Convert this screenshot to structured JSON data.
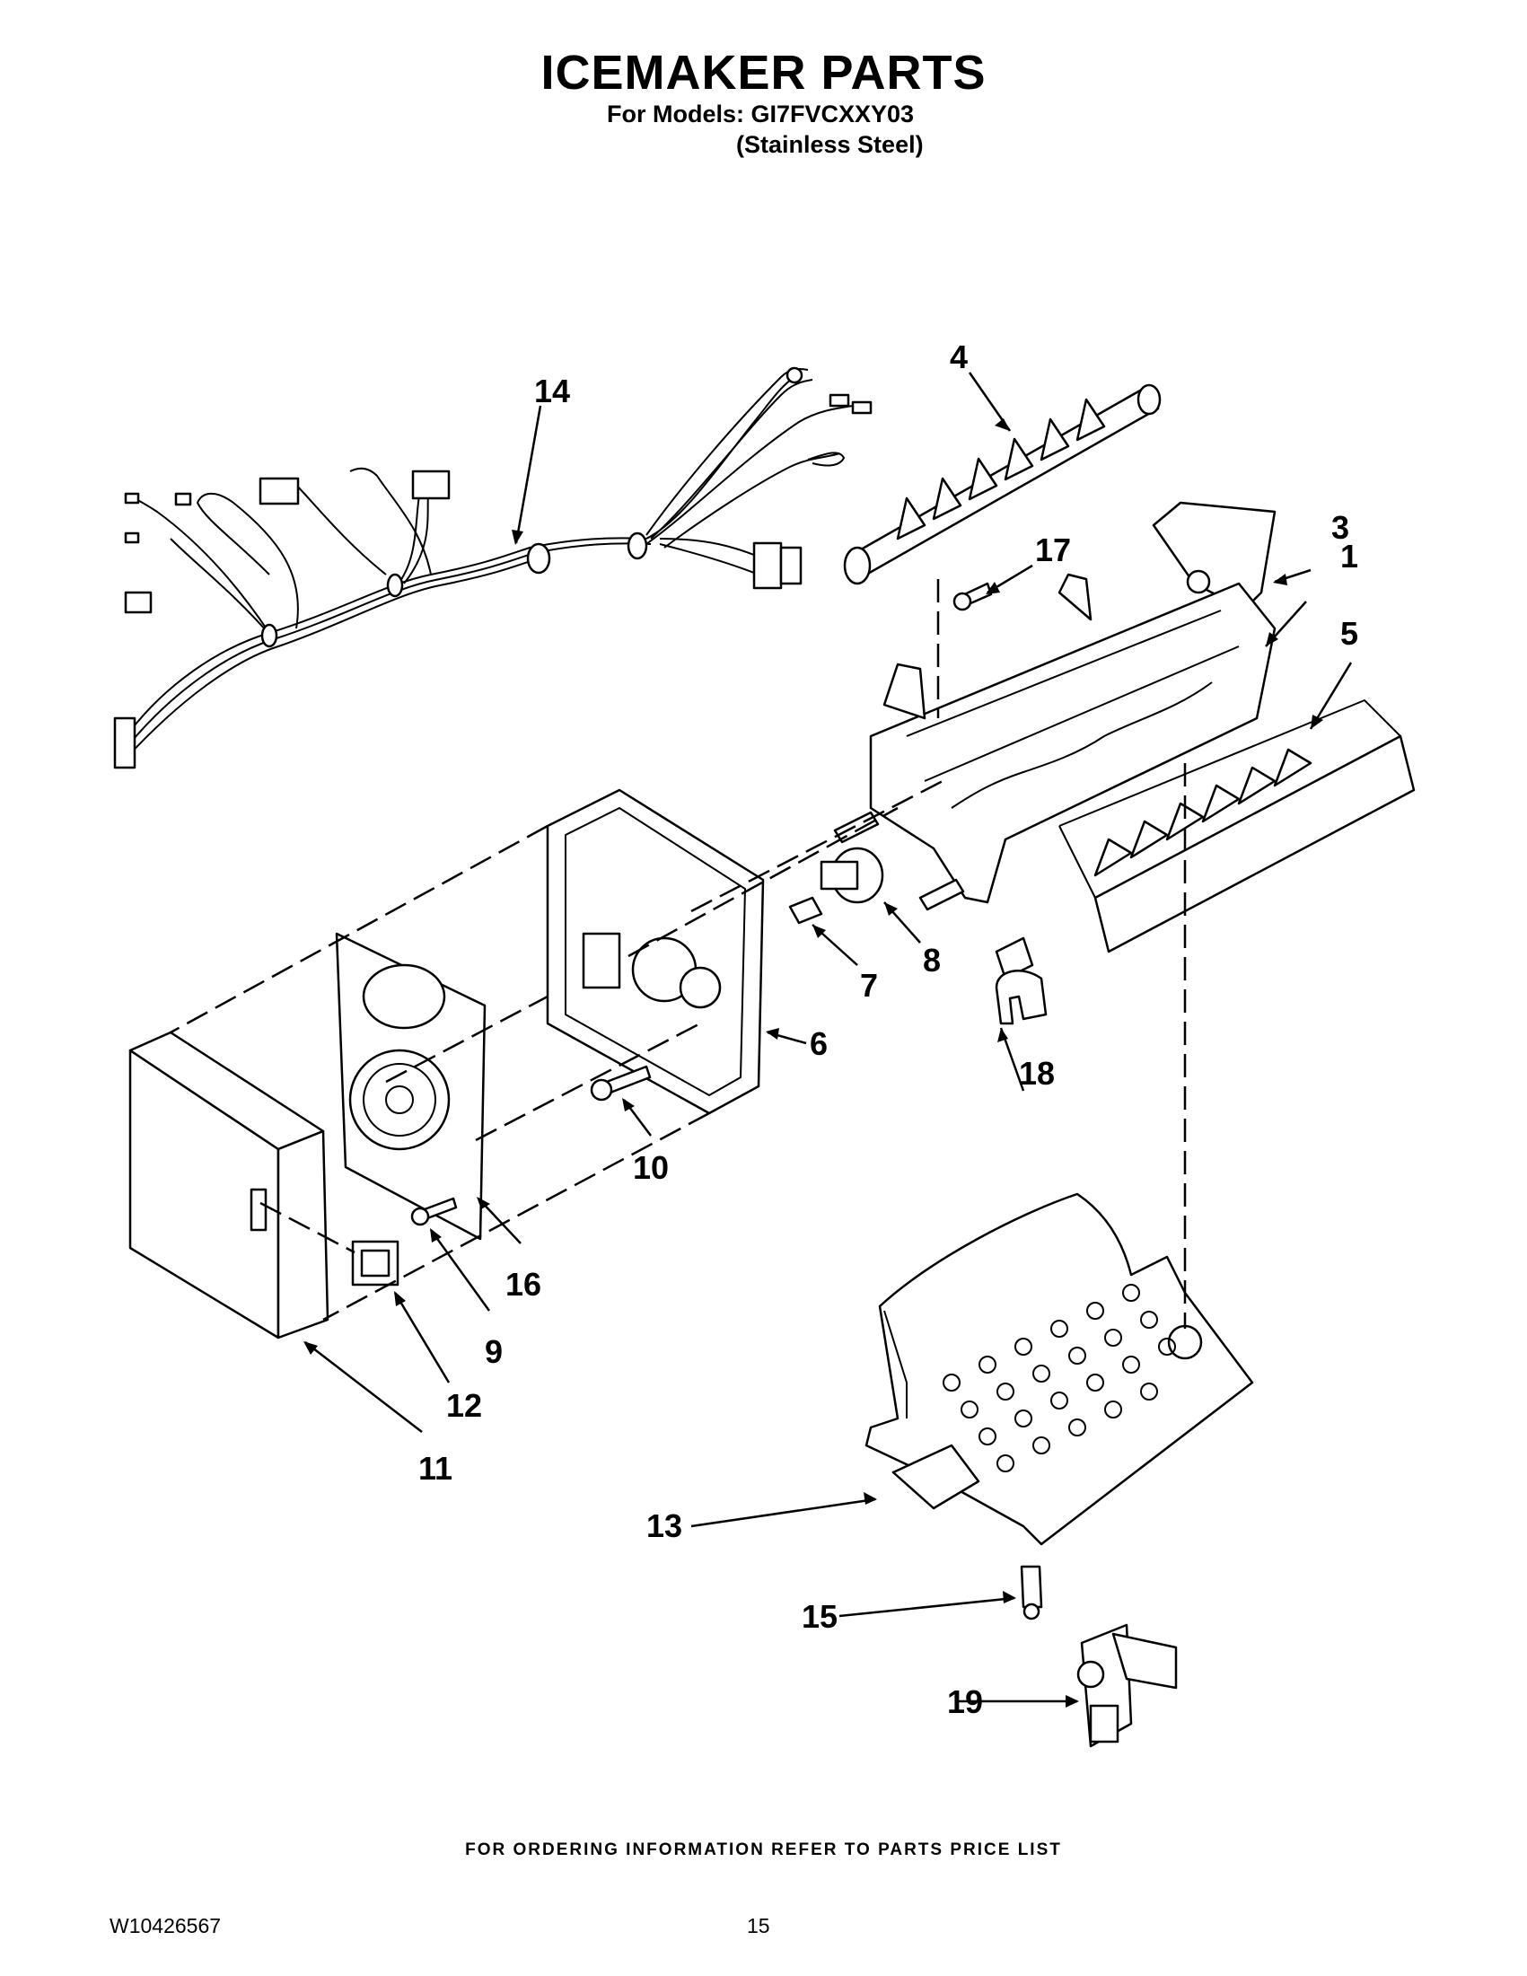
{
  "header": {
    "title": "ICEMAKER PARTS",
    "models_line": "For Models: GI7FVCXXY03",
    "finish_line": "(Stainless Steel)"
  },
  "footer": {
    "ordering_note": "FOR ORDERING INFORMATION REFER TO PARTS PRICE LIST",
    "document_number": "W10426567",
    "page_number": "15"
  },
  "callouts": [
    "1",
    "3",
    "4",
    "5",
    "6",
    "7",
    "8",
    "9",
    "10",
    "11",
    "12",
    "13",
    "14",
    "15",
    "16",
    "17",
    "18",
    "19"
  ],
  "icons": {
    "wire_harness": "wire-harness-icon",
    "ejector": "ejector-icon",
    "mold": "mold-icon",
    "stripper": "stripper-icon",
    "housing": "housing-icon",
    "module": "control-module-icon",
    "cover": "cover-icon",
    "switch": "switch-icon",
    "bucket": "ice-bucket-icon",
    "valve": "water-valve-icon"
  }
}
